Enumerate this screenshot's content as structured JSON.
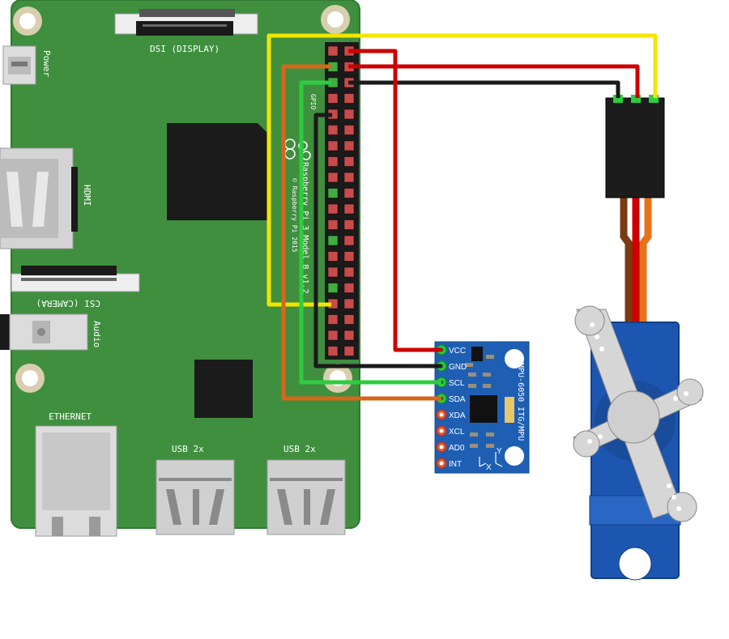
{
  "board": {
    "power_label": "Power",
    "dsi_label": "DSI (DISPLAY)",
    "hdmi_label": "HDMI",
    "csi_label": "CSI (CAMERA)",
    "audio_label": "Audio",
    "ethernet_label": "ETHERNET",
    "usb_left_label": "USB 2x",
    "usb_right_label": "USB 2x",
    "gpio_label": "GPIO",
    "model_label": "Raspberry Pi 3 Model B v1.2",
    "copyright_label": "© Raspberry Pi 2015",
    "colors": {
      "pcb": "#3f8f3f",
      "edge": "#2f7a33"
    }
  },
  "mpu": {
    "chip_label": "MPU-6050 ITG/MPU",
    "pins": [
      "VCC",
      "GND",
      "SCL",
      "SDA",
      "XDA",
      "XCL",
      "AD0",
      "INT"
    ],
    "axis_y": "Y",
    "axis_x": "X",
    "color": "#1e5fb4"
  },
  "wires": {
    "colors": {
      "red": "#cc0000",
      "black": "#1a1a1a",
      "green": "#2ecc40",
      "orange": "#d9661a",
      "yellow": "#f2e600",
      "brown": "#7a3b12"
    }
  }
}
